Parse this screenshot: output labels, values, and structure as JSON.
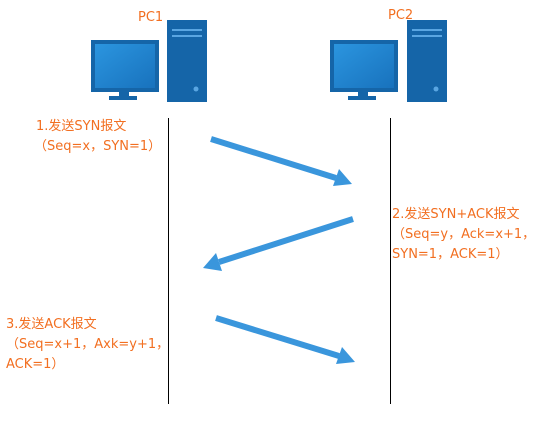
{
  "hosts": [
    {
      "id": "pc1",
      "label": "PC1",
      "icon": "desktop-computer-icon"
    },
    {
      "id": "pc2",
      "label": "PC2",
      "icon": "desktop-computer-icon"
    }
  ],
  "steps": [
    {
      "title": "1.发送SYN报文",
      "params": [
        "（Seq=x，SYN=1）"
      ],
      "from": "pc1",
      "to": "pc2"
    },
    {
      "title": "2.发送SYN+ACK报文",
      "params": [
        "（Seq=y，Ack=x+1，",
        "SYN=1，ACK=1）"
      ],
      "from": "pc2",
      "to": "pc1"
    },
    {
      "title": "3.发送ACK报文",
      "params": [
        "（Seq=x+1，Axk=y+1，",
        "ACK=1）"
      ],
      "from": "pc1",
      "to": "pc2"
    }
  ],
  "colors": {
    "label_text": "#f26f21",
    "arrow": "#3a96dc",
    "monitor_frame": "#1565a8",
    "monitor_screen": "#1f85d0",
    "tower": "#1565a8",
    "lifeline": "#000000"
  }
}
